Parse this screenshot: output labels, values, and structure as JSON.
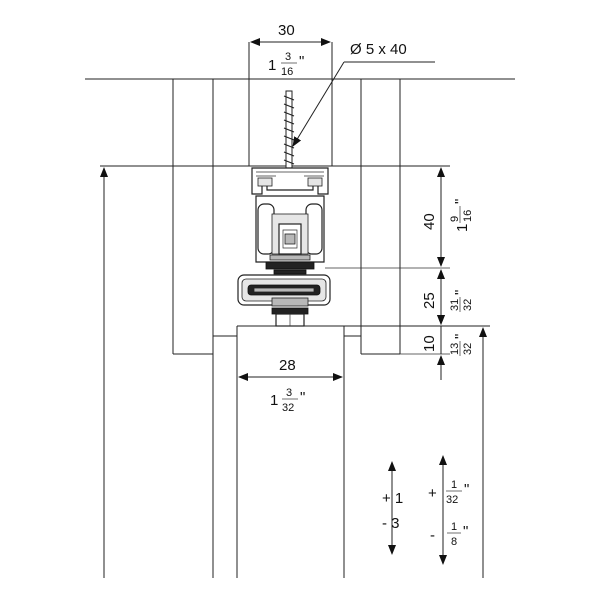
{
  "dimensions": {
    "top_width": {
      "mm": "30",
      "inch_whole": "1",
      "inch_num": "3",
      "inch_den": "16",
      "inch_mark": "\""
    },
    "screw": {
      "label": "Ø 5 x 40"
    },
    "rail_height": {
      "mm": "40",
      "inch_whole": "1",
      "inch_num": "9",
      "inch_den": "16",
      "inch_mark": "\""
    },
    "carriage_height": {
      "mm": "25",
      "inch_num": "31",
      "inch_den": "32",
      "inch_mark": "\""
    },
    "gap": {
      "mm": "10",
      "inch_num": "13",
      "inch_den": "32",
      "inch_mark": "\""
    },
    "door_width": {
      "mm": "28",
      "inch_whole": "1",
      "inch_num": "3",
      "inch_den": "32",
      "inch_mark": "\""
    },
    "adjust_mm": {
      "plus": "+ 1",
      "minus": "- 3"
    },
    "adjust_inch": {
      "plus_sign": "+",
      "plus_num": "1",
      "plus_den": "32",
      "minus_sign": "-",
      "minus_num": "1",
      "minus_den": "8",
      "inch_mark": "\""
    }
  }
}
